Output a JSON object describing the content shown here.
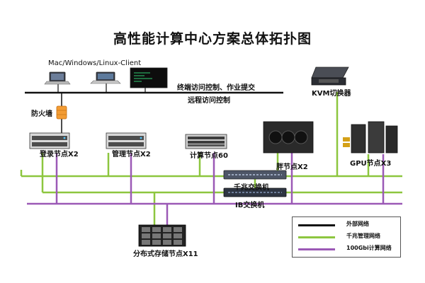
{
  "title": "高性能计算中心方案总体拓扑图",
  "colors": {
    "external": "#111111",
    "gigabit": "#8dc63f",
    "gbit100": "#9b59b6",
    "firewall": "#f39c34",
    "server": "#333333"
  },
  "nodes": {
    "clients": "Mac/Windows/Linux-Client",
    "access": "终端访问控制、作业提交",
    "remote": "远程访问控制",
    "firewall": "防火墙",
    "kvm": "KVM切换器",
    "login": "登录节点X2",
    "mgmt": "管理节点X2",
    "compute": "计算节点60",
    "fat": "胖节点X2",
    "gpu": "GPU节点X3",
    "gigabit_switch": "千兆交换机",
    "ib_switch": "IB交换机",
    "storage": "分布式存储节点X11"
  },
  "legend": [
    {
      "label": "外部网络",
      "color": "#111111"
    },
    {
      "label": "千兆管理网络",
      "color": "#8dc63f"
    },
    {
      "label": "100Gbi计算网络",
      "color": "#9b59b6"
    }
  ]
}
